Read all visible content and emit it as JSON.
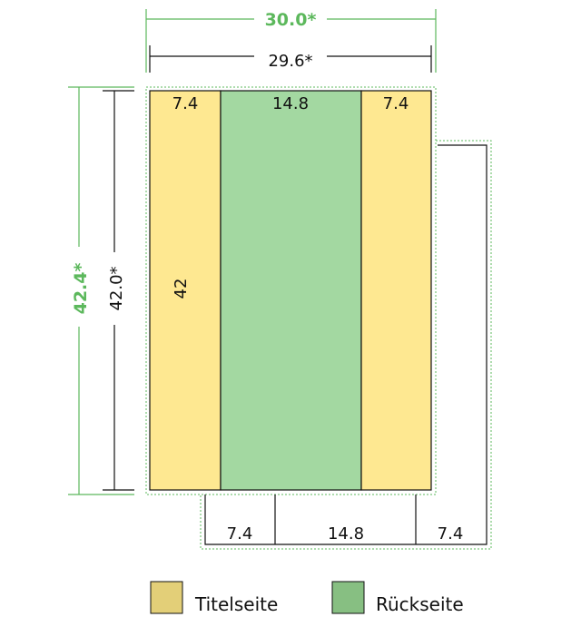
{
  "dimensions": {
    "outer_width": "30.0*",
    "inner_width": "29.6*",
    "outer_height": "42.4*",
    "inner_height": "42.0*"
  },
  "panels": {
    "left_width": "7.4",
    "center_width": "14.8",
    "right_width": "7.4",
    "left_height": "42"
  },
  "bottom_segments": [
    "7.4",
    "14.8",
    "7.4"
  ],
  "legend": [
    {
      "label": "Titelseite",
      "color": "#e3cf78"
    },
    {
      "label": "Rückseite",
      "color": "#87bf82"
    }
  ],
  "colors": {
    "yellow": "#fee891",
    "green": "#a3d8a1",
    "accent": "#5cb85c"
  }
}
